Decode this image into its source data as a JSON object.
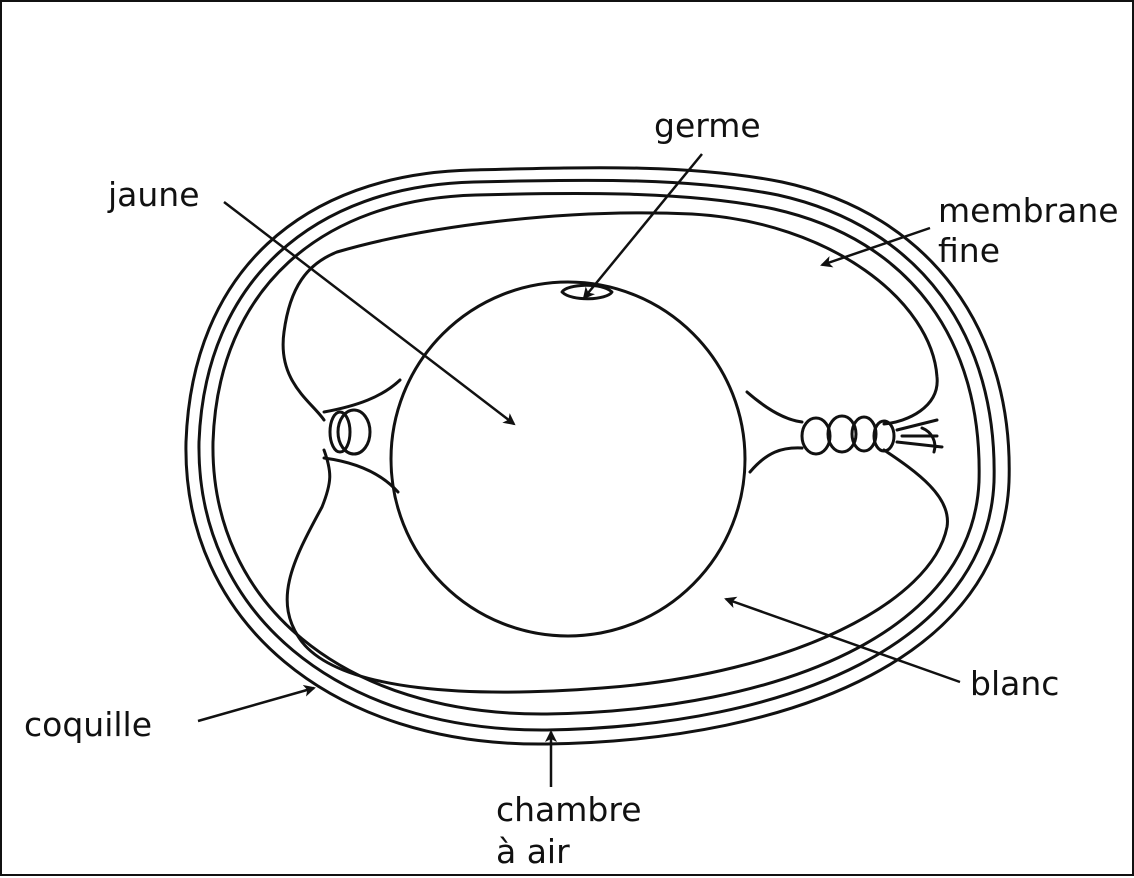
{
  "colors": {
    "ink": "#111111",
    "background": "#ffffff"
  },
  "labels": {
    "germe": "germe",
    "jaune": "jaune",
    "membrane_line1": "membrane",
    "membrane_line2": "fine",
    "blanc": "blanc",
    "coquille": "coquille",
    "chambre_line1": "chambre",
    "chambre_line2": "à air"
  }
}
